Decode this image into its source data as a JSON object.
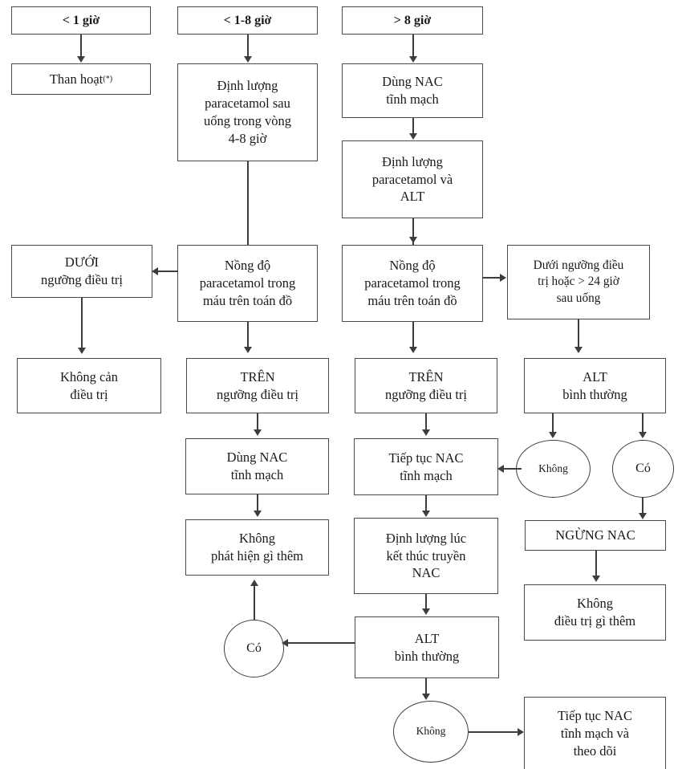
{
  "diagram": {
    "title": "Phac do xu tri ngo doc paracetamol",
    "type": "flowchart",
    "colors": {
      "box_border": "#4a4a4a",
      "ellipse_border": "#3d3d3d",
      "connector": "#3d3d3d",
      "background": "#ffffff",
      "text": "#1a1a1a"
    }
  },
  "nodes": {
    "t_lt1h": "< 1 giờ",
    "t_1_8h": "< 1-8 giờ",
    "t_gt8h": "> 8 giờ",
    "than_hoat": "Than hoạt",
    "than_hoat_sup": "(*)",
    "dinh_luong_sau_uong": "Định lượng\nparacetamol sau\nuống trong vòng\n4-8 giờ",
    "dung_nac_tinh_mach_right": "Dùng NAC\ntĩnh mạch",
    "dinh_luong_para_alt": "Định lượng\nparacetamol và\nALT",
    "duoi_nguong_dieu_tri": "DƯỚI\nngưỡng điều trị",
    "nong_do_mid": "Nồng độ\nparacetamol trong\nmáu trên toán đồ",
    "nong_do_right": "Nồng độ\nparacetamol trong\nmáu trên toán đồ",
    "duoi_nguong_hoac_24h": "Dưới ngưỡng điều\ntrị hoặc > 24 giờ\nsau uống",
    "khong_can_dieu_tri": "Không cản\nđiều trị",
    "tren_nguong_mid": "TRÊN\nngưỡng điều trị",
    "tren_nguong_right": "TRÊN\nngưỡng điều trị",
    "alt_binh_thuong_top": "ALT\nbình thường",
    "dung_nac_tinh_mach_mid": "Dùng NAC\ntĩnh mạch",
    "tiep_tuc_nac_tinh_mach": "Tiếp tục NAC\ntĩnh mạch",
    "khong_ellipse_top": "Không",
    "co_ellipse_top": "Có",
    "khong_phat_hien_gi_them": "Không\nphát hiện gì thêm",
    "dinh_luong_luc_ket_thuc": "Định lượng lúc\nkết thúc truyền\nNAC",
    "ngung_nac": "NGỪNG NAC",
    "khong_dieu_tri_gi_them": "Không\nđiều trị gì thêm",
    "co_ellipse_bottom": "Có",
    "alt_binh_thuong_bottom": "ALT\nbình thường",
    "khong_ellipse_bottom": "Không",
    "tiep_tuc_nac_theo_doi": "Tiếp tục NAC\ntĩnh mạch và\ntheo dõi"
  }
}
